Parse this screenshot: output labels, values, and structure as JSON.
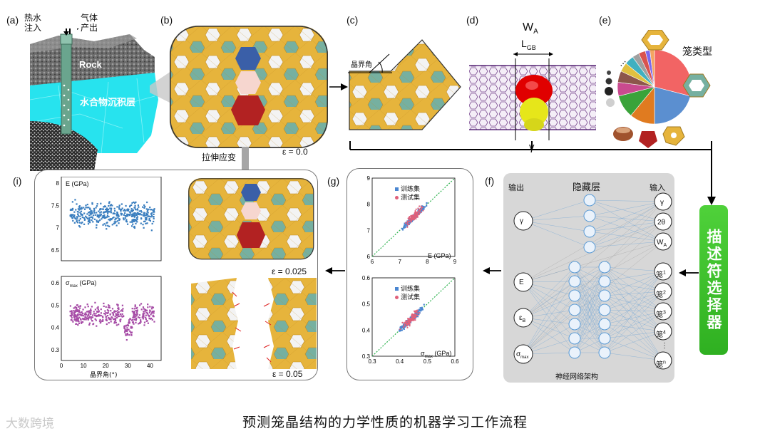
{
  "panels": {
    "a": "(a)",
    "b": "(b)",
    "c": "(c)",
    "d": "(d)",
    "e": "(e)",
    "f": "(f)",
    "g": "(g)",
    "i": "(i)"
  },
  "panel_a": {
    "inject": "热水\n注入",
    "gas_out": "气体\n产出",
    "rock": "Rock",
    "layer": "水合物沉积层"
  },
  "panel_b": {
    "strain_label": "ε = 0.0",
    "stretch": "拉伸应变"
  },
  "panel_c": {
    "gb_angle": "晶界角"
  },
  "panel_d": {
    "wa": "W",
    "wa_sub": "A",
    "lgb": "L",
    "lgb_sub": "GB",
    "gamma": "γ"
  },
  "panel_e": {
    "cage_type": "笼类型",
    "dots": "...",
    "pie_colors": [
      "#f26464",
      "#5b8fd0",
      "#e07b20",
      "#3aa33a",
      "#c94a8f",
      "#8c564b",
      "#e0c040",
      "#40b0c0",
      "#a0a0a0",
      "#d9534f",
      "#7b68ee",
      "#f4a460"
    ],
    "pie_values": [
      29,
      21,
      11,
      10,
      6,
      5,
      4,
      4,
      3,
      3,
      2,
      2
    ]
  },
  "panel_f": {
    "output": "输出",
    "hidden": "隐藏层",
    "input": "输入",
    "outputs_top": "γ",
    "outputs": [
      "E",
      "ε",
      "σ"
    ],
    "output_subs": [
      "",
      "B",
      "max"
    ],
    "inputs_top": [
      "γ",
      "2θ",
      "W"
    ],
    "inputs_top_subs": [
      "",
      "",
      "A"
    ],
    "cages": [
      "笼",
      "笼",
      "笼",
      "笼",
      "笼"
    ],
    "cage_sups": [
      "1",
      "2",
      "3",
      "4",
      "n"
    ],
    "vdots": "⋮",
    "arch": "神经网络架构"
  },
  "selector": "描述符选择器",
  "panel_g": {
    "top": {
      "legend": [
        "训练集",
        "测试集"
      ],
      "label": "E (GPa)",
      "xticks": [
        "6",
        "7",
        "8",
        "9"
      ],
      "yticks": [
        "9",
        "8",
        "7",
        "6"
      ]
    },
    "bottom": {
      "legend": [
        "训练集",
        "测试集"
      ],
      "label": "σ",
      "label_sub": "max",
      "label_unit": " (GPa)",
      "xticks": [
        "0.3",
        "0.4",
        "0.5",
        "0.6"
      ],
      "yticks": [
        "0.6",
        "0.5",
        "0.4",
        "0.3"
      ]
    }
  },
  "panel_i": {
    "top": {
      "ylabel": "E (GPa)",
      "yticks": [
        "8",
        "7.5",
        "7",
        "6.5"
      ]
    },
    "bottom": {
      "ylabel": "σ",
      "ylabel_sub": "max",
      "ylabel_unit": " (GPa)",
      "yticks": [
        "0.6",
        "0.5",
        "0.4",
        "0.3"
      ],
      "xticks": [
        "0",
        "10",
        "20",
        "30",
        "40"
      ],
      "xlabel": "晶界角(°)"
    },
    "strain_mid": "ε = 0.025",
    "strain_end": "ε = 0.05"
  },
  "caption": "预测笼晶结构的力学性质的机器学习工作流程",
  "watermark": "大数跨境",
  "colors": {
    "hex_gold": "#e6b43c",
    "hex_teal": "#76b0a0",
    "hex_white": "#f3f3f3",
    "hex_blue": "#3a5fa8",
    "hex_red": "#b22222",
    "cyan": "#27e3ee",
    "green": "#3cc132",
    "train": "#4a86d1",
    "test": "#e0607a"
  }
}
